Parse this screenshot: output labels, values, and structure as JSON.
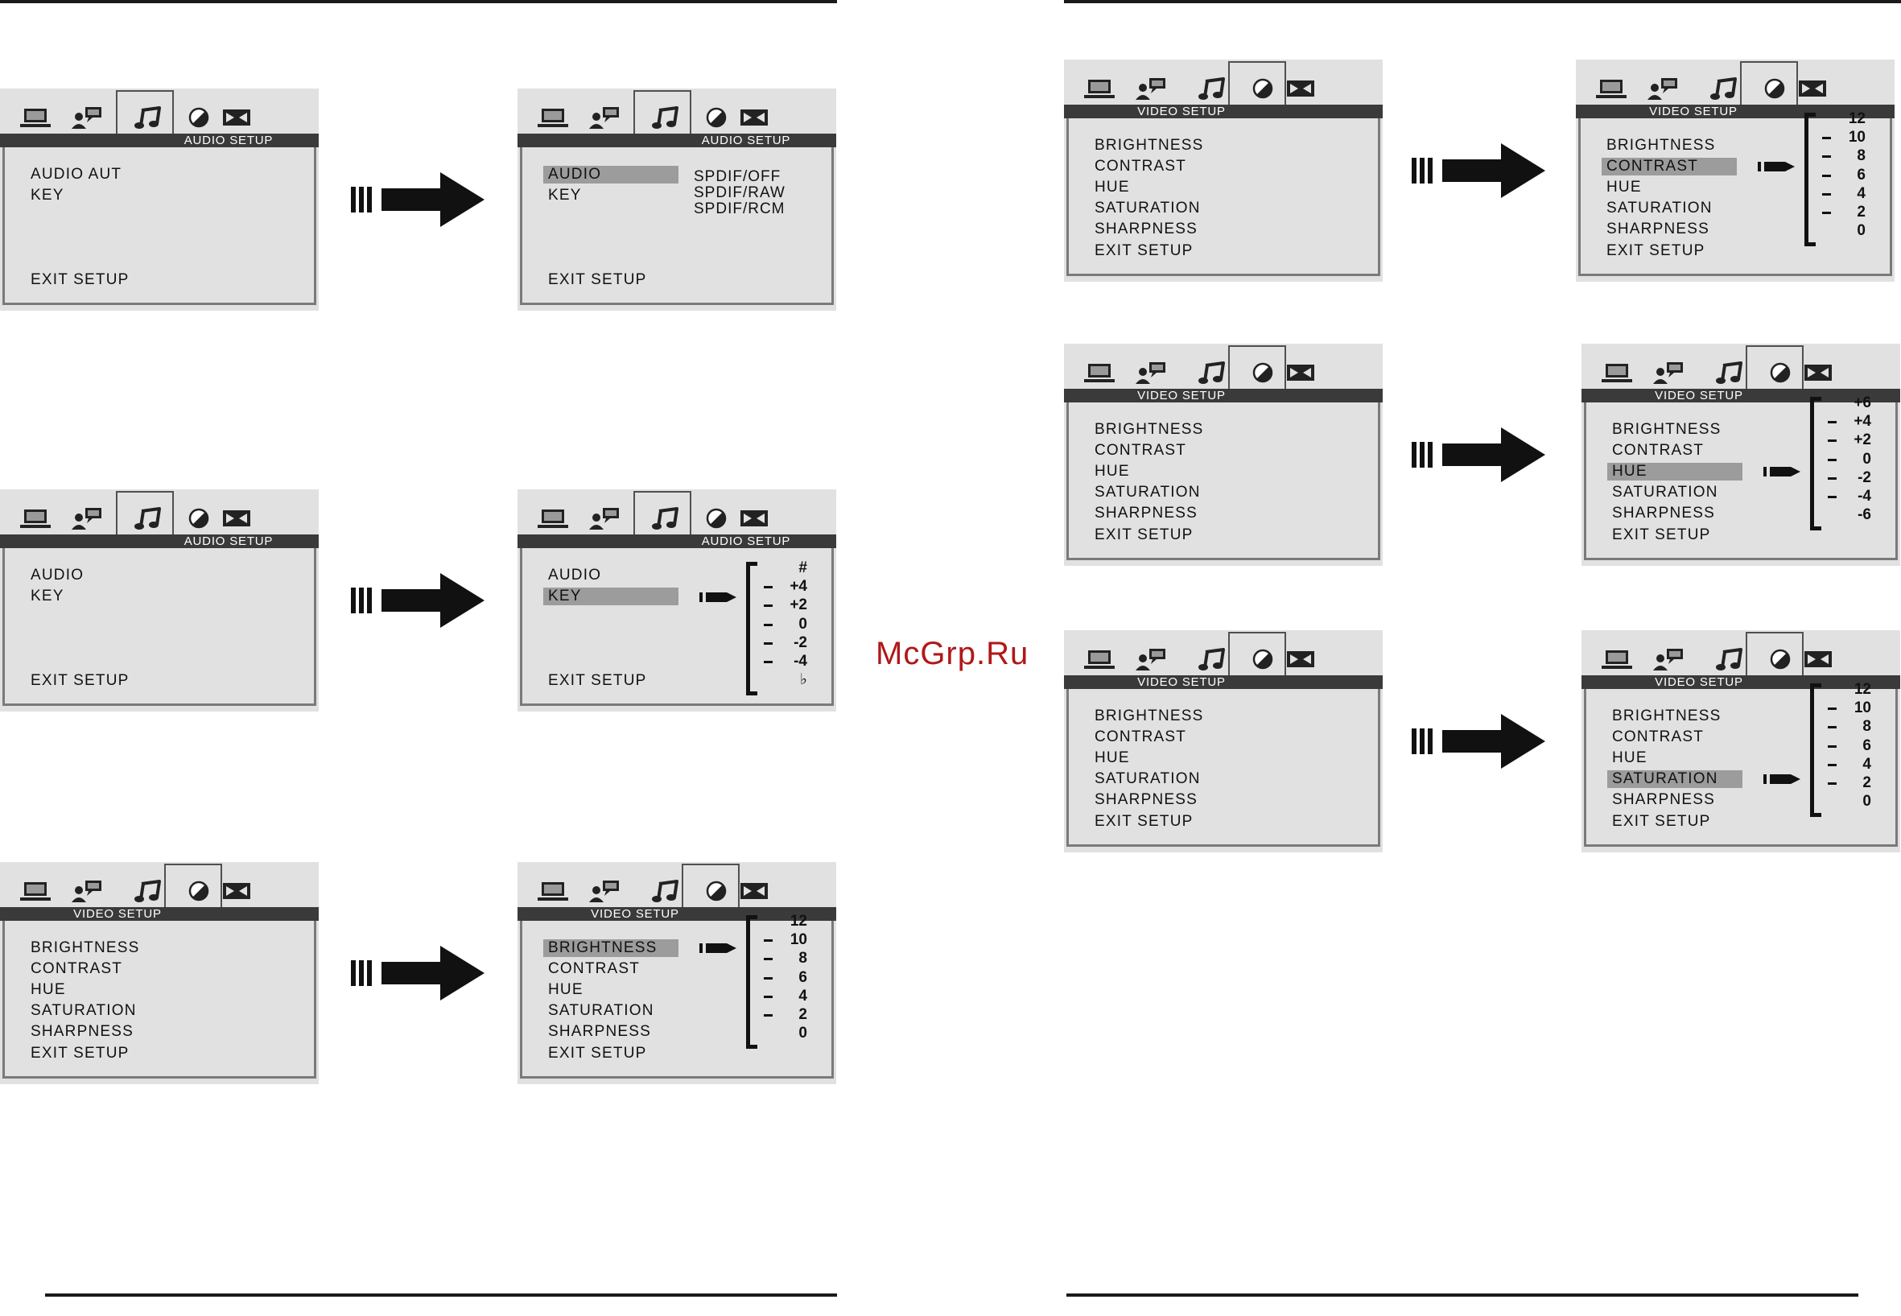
{
  "watermark": "McGrp.Ru",
  "menu_tabs": [
    "system-tab-icon",
    "language-tab-icon",
    "audio-tab-icon",
    "video-tab-icon",
    "speaker-tab-icon"
  ],
  "screens": [
    {
      "id": "audio-1",
      "title": "AUDIO SETUP",
      "active_tab": 2,
      "items": [
        "AUDIO AUT",
        "KEY"
      ],
      "exit": "EXIT SETUP",
      "highlight": null,
      "options": []
    },
    {
      "id": "audio-2",
      "title": "AUDIO SETUP",
      "active_tab": 2,
      "items": [
        "AUDIO",
        "KEY"
      ],
      "exit": "EXIT SETUP",
      "highlight": 0,
      "options": [
        "SPDIF/OFF",
        "SPDIF/RAW",
        "SPDIF/RCM"
      ]
    },
    {
      "id": "audio-3",
      "title": "AUDIO SETUP",
      "active_tab": 2,
      "items": [
        "AUDIO",
        "KEY"
      ],
      "exit": "EXIT SETUP",
      "highlight": null,
      "options": []
    },
    {
      "id": "audio-4",
      "title": "AUDIO SETUP",
      "active_tab": 2,
      "items": [
        "AUDIO",
        "KEY"
      ],
      "exit": "EXIT SETUP",
      "highlight": 1,
      "options": [],
      "scale": [
        "#",
        "+4",
        "+2",
        "0",
        "-2",
        "-4",
        "♭"
      ]
    },
    {
      "id": "video-1",
      "title": "VIDEO SETUP",
      "active_tab": 3,
      "items": [
        "BRIGHTNESS",
        "CONTRAST",
        "HUE",
        "SATURATION",
        "SHARPNESS"
      ],
      "exit": "EXIT SETUP",
      "highlight": null,
      "options": []
    },
    {
      "id": "video-2",
      "title": "VIDEO SETUP",
      "active_tab": 3,
      "items": [
        "BRIGHTNESS",
        "CONTRAST",
        "HUE",
        "SATURATION",
        "SHARPNESS"
      ],
      "exit": "EXIT SETUP",
      "highlight": 0,
      "options": [],
      "scale": [
        "12",
        "10",
        "8",
        "6",
        "4",
        "2",
        "0"
      ]
    },
    {
      "id": "video-3",
      "title": "VIDEO SETUP",
      "active_tab": 3,
      "items": [
        "BRIGHTNESS",
        "CONTRAST",
        "HUE",
        "SATURATION",
        "SHARPNESS"
      ],
      "exit": "EXIT SETUP",
      "highlight": null,
      "options": []
    },
    {
      "id": "video-4",
      "title": "VIDEO SETUP",
      "active_tab": 3,
      "items": [
        "BRIGHTNESS",
        "CONTRAST",
        "HUE",
        "SATURATION",
        "SHARPNESS"
      ],
      "exit": "EXIT SETUP",
      "highlight": 1,
      "options": [],
      "scale": [
        "12",
        "10",
        "8",
        "6",
        "4",
        "2",
        "0"
      ]
    },
    {
      "id": "video-5",
      "title": "VIDEO SETUP",
      "active_tab": 3,
      "items": [
        "BRIGHTNESS",
        "CONTRAST",
        "HUE",
        "SATURATION",
        "SHARPNESS"
      ],
      "exit": "EXIT SETUP",
      "highlight": null,
      "options": []
    },
    {
      "id": "video-6",
      "title": "VIDEO SETUP",
      "active_tab": 3,
      "items": [
        "BRIGHTNESS",
        "CONTRAST",
        "HUE",
        "SATURATION",
        "SHARPNESS"
      ],
      "exit": "EXIT SETUP",
      "highlight": 2,
      "options": [],
      "scale": [
        "+6",
        "+4",
        "+2",
        "0",
        "-2",
        "-4",
        "-6"
      ]
    },
    {
      "id": "video-7",
      "title": "VIDEO SETUP",
      "active_tab": 3,
      "items": [
        "BRIGHTNESS",
        "CONTRAST",
        "HUE",
        "SATURATION",
        "SHARPNESS"
      ],
      "exit": "EXIT SETUP",
      "highlight": null,
      "options": []
    },
    {
      "id": "video-8",
      "title": "VIDEO SETUP",
      "active_tab": 3,
      "items": [
        "BRIGHTNESS",
        "CONTRAST",
        "HUE",
        "SATURATION",
        "SHARPNESS"
      ],
      "exit": "EXIT SETUP",
      "highlight": 3,
      "options": [],
      "scale": [
        "12",
        "10",
        "8",
        "6",
        "4",
        "2",
        "0"
      ]
    }
  ]
}
